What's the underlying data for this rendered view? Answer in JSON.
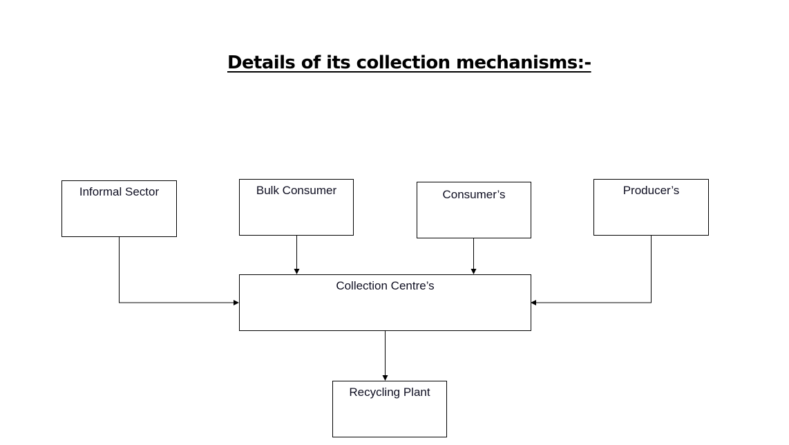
{
  "title": "Details of its collection mechanisms:-",
  "nodes": {
    "informal_sector": "Informal Sector",
    "bulk_consumer": "Bulk Consumer",
    "consumers": "Consumer’s",
    "producers": "Producer’s",
    "collection_centres": "Collection Centre’s",
    "recycling_plant": "Recycling Plant"
  },
  "edges": [
    {
      "from": "Informal Sector",
      "to": "Collection Centre’s"
    },
    {
      "from": "Bulk Consumer",
      "to": "Collection Centre’s"
    },
    {
      "from": "Consumer’s",
      "to": "Collection Centre’s"
    },
    {
      "from": "Producer’s",
      "to": "Collection Centre’s"
    },
    {
      "from": "Collection Centre’s",
      "to": "Recycling Plant"
    }
  ]
}
